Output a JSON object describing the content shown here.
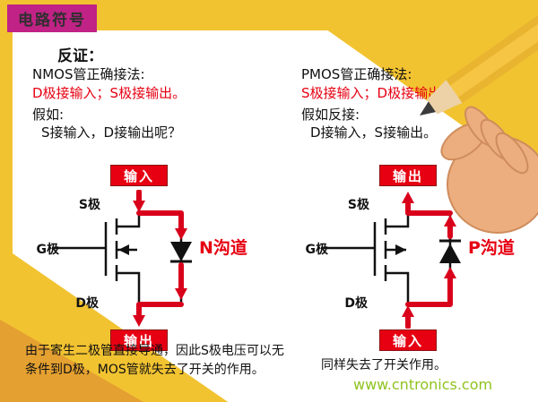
{
  "banner": {
    "title": "电路符号"
  },
  "title": "反证：",
  "nmos": {
    "heading": "NMOS管正确接法:",
    "correct": "D极接输入；S极接输出。",
    "assume_label": "假如:",
    "assume": "S接输入，D接输出呢？",
    "badge_top": "输入",
    "terminal_top": "S极",
    "terminal_gate": "G极",
    "terminal_bottom": "D极",
    "channel": "N沟道",
    "badge_bottom": "输出",
    "note": "由于寄生二极管直接导通，因此S极电压可以无条件到D极，MOS管就失去了开关的作用。"
  },
  "pmos": {
    "heading": "PMOS管正确接法:",
    "correct": "S极接输入；D极接输出。",
    "assume_label": "假如反接:",
    "assume": "D接输入，S接输出。",
    "badge_top": "输出",
    "terminal_top": "S极",
    "terminal_gate": "G极",
    "terminal_bottom": "D极",
    "channel": "P沟道",
    "badge_bottom": "输入",
    "note": "同样失去了开关作用。"
  },
  "footer": {
    "url": "www.cntronics.com"
  },
  "colors": {
    "accent_red": "#e60012",
    "banner_magenta": "#c12286",
    "background_yellow": "#f2c331",
    "url_green": "#8fc31f"
  }
}
